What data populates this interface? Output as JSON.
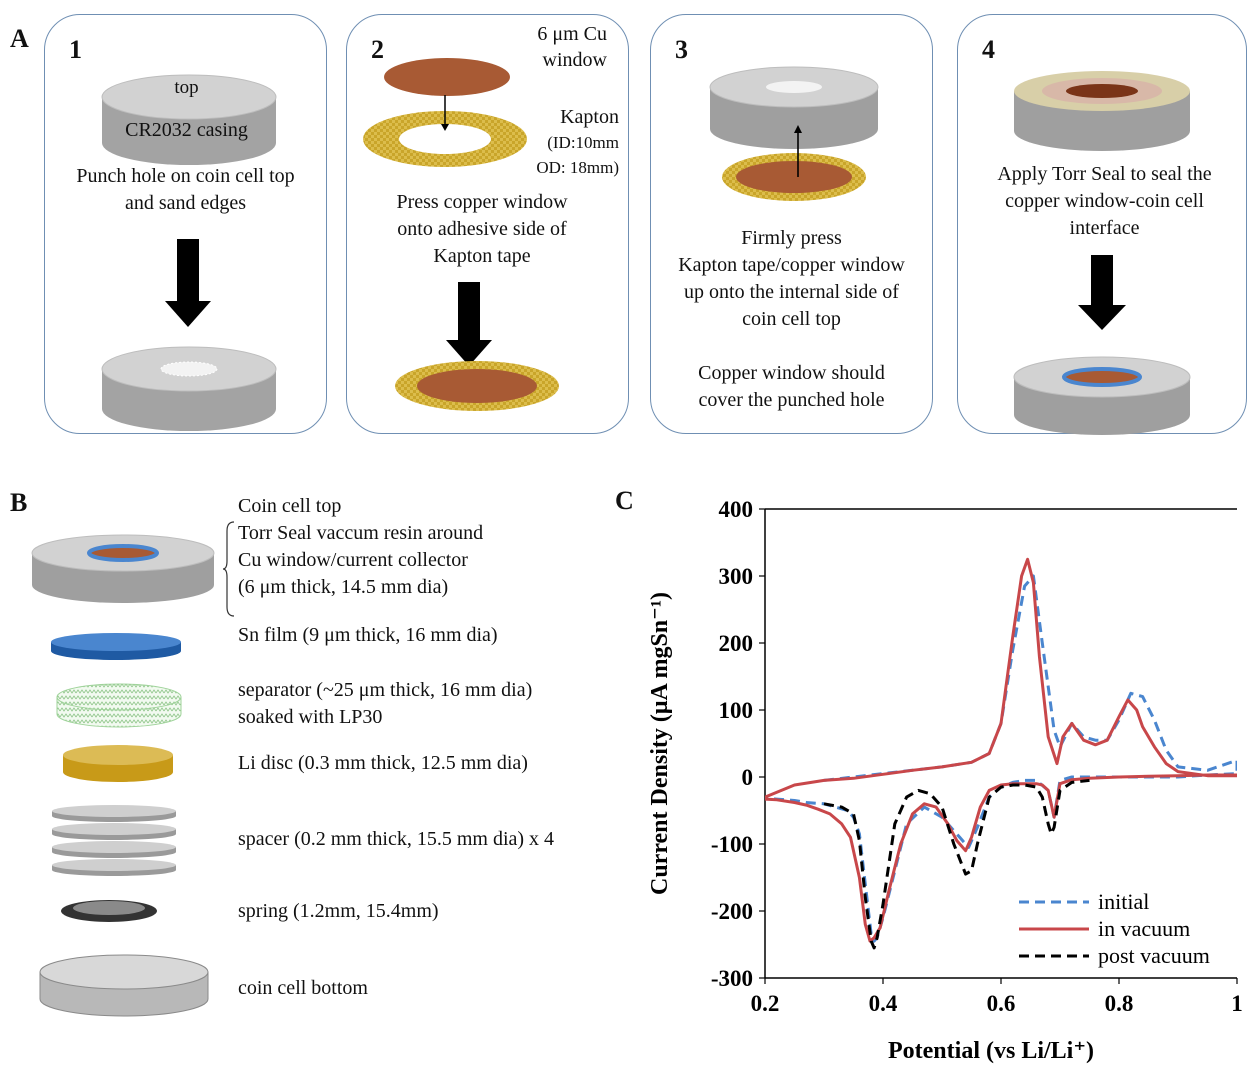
{
  "panelA": {
    "letter": "A",
    "steps": [
      {
        "num": "1",
        "casing_top_label": "top",
        "casing_label": "CR2032 casing",
        "text_lines": [
          "Punch hole on coin cell top",
          "and sand edges"
        ]
      },
      {
        "num": "2",
        "cu_label_lines": [
          "6 μm Cu",
          "window"
        ],
        "kapton_label_lines": [
          "Kapton",
          "(ID:10mm",
          "OD: 18mm)"
        ],
        "text_lines": [
          "Press copper window",
          "onto adhesive side of",
          "Kapton tape"
        ]
      },
      {
        "num": "3",
        "text_lines": [
          "Firmly press",
          "Kapton tape/copper window",
          "up onto the internal side of",
          "coin cell top",
          "",
          "Copper window should",
          "cover the punched hole"
        ]
      },
      {
        "num": "4",
        "text_lines": [
          "Apply Torr Seal to seal the",
          "copper window-coin cell",
          "interface"
        ]
      }
    ]
  },
  "panelB": {
    "letter": "B",
    "items": [
      {
        "lines": [
          "Coin cell top",
          "Torr Seal vaccum resin around",
          "Cu window/current collector",
          "(6 μm thick, 14.5 mm dia)"
        ]
      },
      {
        "lines": [
          "Sn film (9 μm thick, 16 mm dia)"
        ]
      },
      {
        "lines": [
          "separator (~25 μm thick, 16 mm dia)",
          "soaked with LP30"
        ]
      },
      {
        "lines": [
          "Li disc (0.3 mm thick, 12.5 mm dia)"
        ]
      },
      {
        "lines": [
          "spacer (0.2 mm thick, 15.5 mm dia) x 4"
        ]
      },
      {
        "lines": [
          "spring (1.2mm, 15.4mm)"
        ]
      },
      {
        "lines": [
          "coin cell bottom"
        ]
      }
    ]
  },
  "panelC": {
    "letter": "C"
  },
  "chart_data": {
    "type": "line",
    "xlabel": "Potential (vs Li/Li⁺)",
    "ylabel": "Current Density (μA mg_Sn⁻¹)",
    "xlim": [
      0.2,
      1.0
    ],
    "ylim": [
      -300,
      400
    ],
    "xticks": [
      "0.2",
      "0.4",
      "0.6",
      "0.8",
      "1"
    ],
    "yticks": [
      "400",
      "300",
      "200",
      "100",
      "0",
      "-100",
      "-200",
      "-300"
    ],
    "legend_position": "bottom-right",
    "series": [
      {
        "name": "initial",
        "color": "#4a86cf",
        "style": "dashed",
        "x": [
          0.3,
          0.4,
          0.5,
          0.55,
          0.58,
          0.6,
          0.62,
          0.64,
          0.655,
          0.67,
          0.69,
          0.7,
          0.72,
          0.74,
          0.76,
          0.78,
          0.8,
          0.82,
          0.84,
          0.86,
          0.88,
          0.9,
          0.95,
          1.0,
          1.0,
          0.95,
          0.9,
          0.85,
          0.8,
          0.75,
          0.72,
          0.7,
          0.69,
          0.68,
          0.66,
          0.64,
          0.62,
          0.6,
          0.58,
          0.56,
          0.545,
          0.53,
          0.5,
          0.47,
          0.44,
          0.42,
          0.4,
          0.39,
          0.385,
          0.38,
          0.37,
          0.36,
          0.35,
          0.34,
          0.32,
          0.3,
          0.27,
          0.25,
          0.22,
          0.2
        ],
        "y": [
          -5,
          5,
          15,
          22,
          35,
          80,
          190,
          285,
          300,
          200,
          70,
          45,
          80,
          60,
          55,
          55,
          85,
          125,
          120,
          85,
          40,
          15,
          10,
          25,
          5,
          3,
          0,
          0,
          0,
          0,
          0,
          -5,
          -60,
          -20,
          -5,
          -5,
          -8,
          -15,
          -30,
          -75,
          -105,
          -90,
          -60,
          -45,
          -70,
          -140,
          -210,
          -240,
          -245,
          -235,
          -160,
          -85,
          -60,
          -50,
          -45,
          -40,
          -38,
          -35,
          -33,
          -32
        ]
      },
      {
        "name": "in vacuum",
        "color": "#c8474a",
        "style": "solid",
        "x": [
          0.2,
          0.25,
          0.3,
          0.35,
          0.4,
          0.45,
          0.5,
          0.55,
          0.58,
          0.6,
          0.62,
          0.635,
          0.645,
          0.655,
          0.665,
          0.68,
          0.695,
          0.705,
          0.72,
          0.74,
          0.76,
          0.78,
          0.8,
          0.815,
          0.83,
          0.84,
          0.86,
          0.88,
          0.9,
          0.95,
          1.0,
          1.0,
          0.95,
          0.9,
          0.85,
          0.8,
          0.75,
          0.72,
          0.7,
          0.69,
          0.68,
          0.67,
          0.66,
          0.64,
          0.62,
          0.6,
          0.58,
          0.565,
          0.55,
          0.54,
          0.525,
          0.51,
          0.49,
          0.47,
          0.45,
          0.43,
          0.41,
          0.395,
          0.385,
          0.378,
          0.37,
          0.36,
          0.345,
          0.33,
          0.31,
          0.29,
          0.27,
          0.25,
          0.22,
          0.2
        ],
        "y": [
          -30,
          -12,
          -5,
          -2,
          4,
          10,
          15,
          22,
          35,
          80,
          210,
          300,
          325,
          290,
          180,
          60,
          20,
          60,
          80,
          55,
          48,
          55,
          90,
          115,
          100,
          75,
          45,
          20,
          8,
          2,
          2,
          3,
          3,
          2,
          1,
          0,
          -2,
          -4,
          -10,
          -60,
          -20,
          -12,
          -10,
          -10,
          -10,
          -12,
          -20,
          -45,
          -90,
          -110,
          -95,
          -70,
          -45,
          -40,
          -55,
          -100,
          -170,
          -225,
          -240,
          -245,
          -220,
          -150,
          -90,
          -70,
          -55,
          -48,
          -42,
          -38,
          -34,
          -33
        ]
      },
      {
        "name": "post vacuum",
        "color": "#000000",
        "style": "dashed",
        "x": [
          0.3,
          0.33,
          0.35,
          0.36,
          0.37,
          0.38,
          0.385,
          0.39,
          0.4,
          0.42,
          0.44,
          0.46,
          0.48,
          0.5,
          0.52,
          0.54,
          0.55,
          0.56,
          0.58,
          0.6,
          0.62,
          0.64,
          0.66,
          0.67,
          0.68,
          0.685,
          0.69,
          0.7,
          0.72,
          0.75
        ],
        "y": [
          -40,
          -45,
          -55,
          -95,
          -180,
          -245,
          -255,
          -240,
          -190,
          -70,
          -30,
          -20,
          -25,
          -45,
          -100,
          -145,
          -140,
          -100,
          -30,
          -15,
          -12,
          -12,
          -15,
          -30,
          -70,
          -85,
          -75,
          -20,
          -8,
          -5
        ]
      }
    ]
  }
}
